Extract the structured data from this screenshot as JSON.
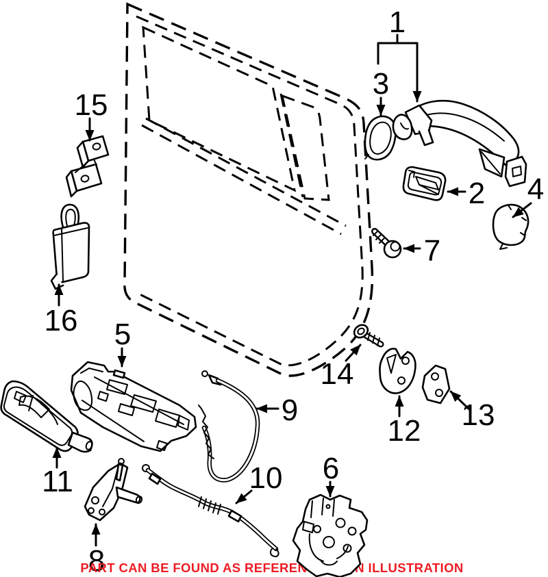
{
  "diagram": {
    "kind": "exploded-parts-illustration",
    "background_color": "#ffffff",
    "line_color": "#000000"
  },
  "caption": {
    "text": "PART CAN BE FOUND AS REFERENCE 3/5 IN ILLUSTRATION",
    "color": "#ed1c24"
  },
  "labels": [
    {
      "text": "1"
    },
    {
      "text": "2"
    },
    {
      "text": "3"
    },
    {
      "text": "4"
    },
    {
      "text": "5"
    },
    {
      "text": "6"
    },
    {
      "text": "7"
    },
    {
      "text": "8"
    },
    {
      "text": "9"
    },
    {
      "text": "10"
    },
    {
      "text": "11"
    },
    {
      "text": "12"
    },
    {
      "text": "13"
    },
    {
      "text": "14"
    },
    {
      "text": "15"
    },
    {
      "text": "16"
    }
  ]
}
